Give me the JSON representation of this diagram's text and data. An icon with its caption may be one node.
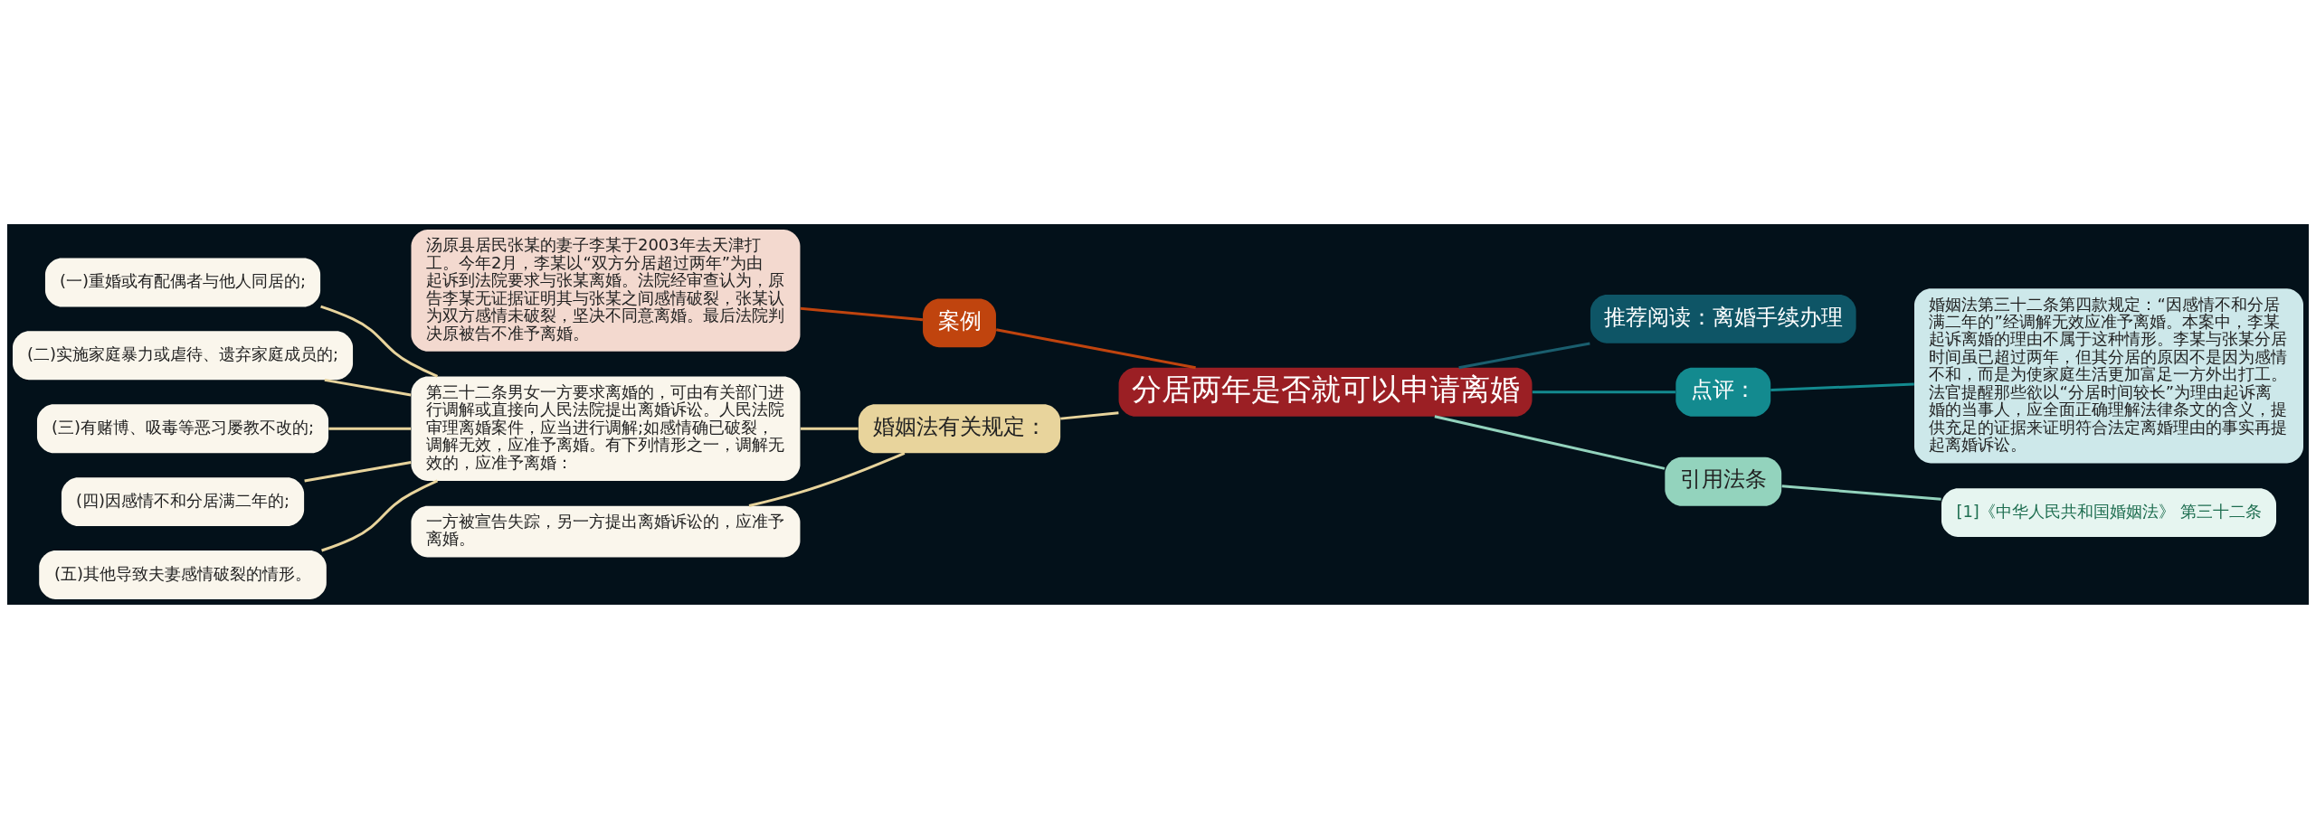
{
  "diagram": {
    "nodes": [
      {
        "text": [
          "分居两年是否就可以申请离婚"
        ]
      },
      {
        "text": [
          "案例"
        ]
      },
      {
        "text": [
          "汤原县居民张某的妻子李某于2003年去天津打工。今年2月，李某以“双方分居超过两年”为由起诉到法院要求与张某离婚。法院经审查认为，原告李某无证据证明其与张某之间感情破裂，张某认为双方感情未破裂，坚决不同意离婚。最后法院判决原被告不准予离婚。"
        ]
      },
      {
        "text": [
          "推荐阅读：离婚手续办理"
        ]
      },
      {
        "text": [
          "点评："
        ]
      },
      {
        "text": [
          "婚姻法第三十二条第四款规定：“因感情不和分居满二年的”经调解无效应准予离婚。本案中，李某起诉离婚的理由不属于这种情形。李某与张某分居时间虽已超过两年，但其分居的原因不是因为感情不和，而是为使家庭生活更加富足一方外出打工。法官提醒那些欲以“分居时间较长”为理由起诉离婚的当事人，应全面正确理解法律条文的含义，提供充足的证据来证明符合法定离婚理由的事实再提起离婚诉讼。"
        ]
      },
      {
        "text": [
          "婚姻法有关规定："
        ]
      },
      {
        "text": [
          "第三十二条男女一方要求离婚的，可由有关部门进行调解或直接向人民法院提出离婚诉讼。人民法院审理离婚案件，应当进行调解;如感情确已破裂，调解无效，应准予离婚。有下列情形之一，调解无效的，应准予离婚："
        ]
      },
      {
        "text": [
          "(一)重婚或有配偶者与他人同居的;"
        ]
      },
      {
        "text": [
          "(二)实施家庭暴力或虐待、遗弃家庭成员的;"
        ]
      },
      {
        "text": [
          "(三)有赌博、吸毒等恶习屡教不改的;"
        ]
      },
      {
        "text": [
          "(四)因感情不和分居满二年的;"
        ]
      },
      {
        "text": [
          "(五)其他导致夫妻感情破裂的情形。"
        ]
      },
      {
        "text": [
          "一方被宣告失踪，另一方提出离婚诉讼的，应准予离婚。"
        ]
      },
      {
        "text": [
          "引用法条"
        ]
      },
      {
        "text": [
          "[1]《中华人民共和国婚姻法》 第三十二条"
        ]
      }
    ],
    "edges": [
      {
        "from": 0,
        "to": 1,
        "arrow": "none",
        "color": "#c0440e"
      },
      {
        "from": 1,
        "to": 2,
        "arrow": "none",
        "color": "#c0440e"
      },
      {
        "from": 0,
        "to": 3,
        "arrow": "none",
        "color": "#1a5e6e"
      },
      {
        "from": 0,
        "to": 4,
        "arrow": "none",
        "color": "#138a8f"
      },
      {
        "from": 4,
        "to": 5,
        "arrow": "none",
        "color": "#138a8f"
      },
      {
        "from": 0,
        "to": 6,
        "arrow": "none",
        "color": "#e8d49c"
      },
      {
        "from": 6,
        "to": 7,
        "arrow": "none",
        "color": "#e8d49c"
      },
      {
        "from": 7,
        "to": 8,
        "arrow": "none",
        "color": "#e8d49c"
      },
      {
        "from": 7,
        "to": 9,
        "arrow": "none",
        "color": "#e8d49c"
      },
      {
        "from": 7,
        "to": 10,
        "arrow": "none",
        "color": "#e8d49c"
      },
      {
        "from": 7,
        "to": 11,
        "arrow": "none",
        "color": "#e8d49c"
      },
      {
        "from": 7,
        "to": 12,
        "arrow": "none",
        "color": "#e8d49c"
      },
      {
        "from": 6,
        "to": 13,
        "arrow": "none",
        "color": "#e8d49c"
      },
      {
        "from": 0,
        "to": 14,
        "arrow": "none",
        "color": "#93d3bd"
      },
      {
        "from": 14,
        "to": 15,
        "arrow": "none",
        "color": "#93d3bd"
      }
    ]
  }
}
